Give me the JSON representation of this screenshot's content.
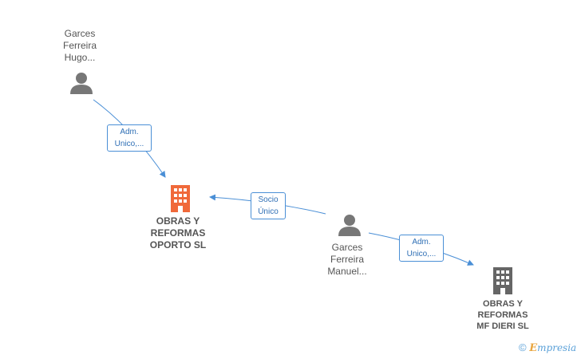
{
  "nodes": {
    "person_hugo": {
      "label": "Garces\nFerreira\nHugo..."
    },
    "person_manuel": {
      "label": "Garces\nFerreira\nManuel..."
    },
    "company_oporto": {
      "label": "OBRAS Y\nREFORMAS\nOPORTO  SL",
      "color": "#f0693a"
    },
    "company_dieri": {
      "label": "OBRAS Y\nREFORMAS\nMF DIERI  SL",
      "color": "#666666"
    }
  },
  "edges": {
    "hugo_to_oporto": {
      "label": "Adm.\nUnico,..."
    },
    "manuel_to_oporto": {
      "label": "Socio\nÚnico"
    },
    "manuel_to_dieri": {
      "label": "Adm.\nUnico,..."
    }
  },
  "colors": {
    "edge": "#4a8fd6",
    "person": "#777777"
  },
  "watermark": {
    "symbol": "©",
    "brand_initial": "E",
    "brand_rest": "mpresia"
  }
}
